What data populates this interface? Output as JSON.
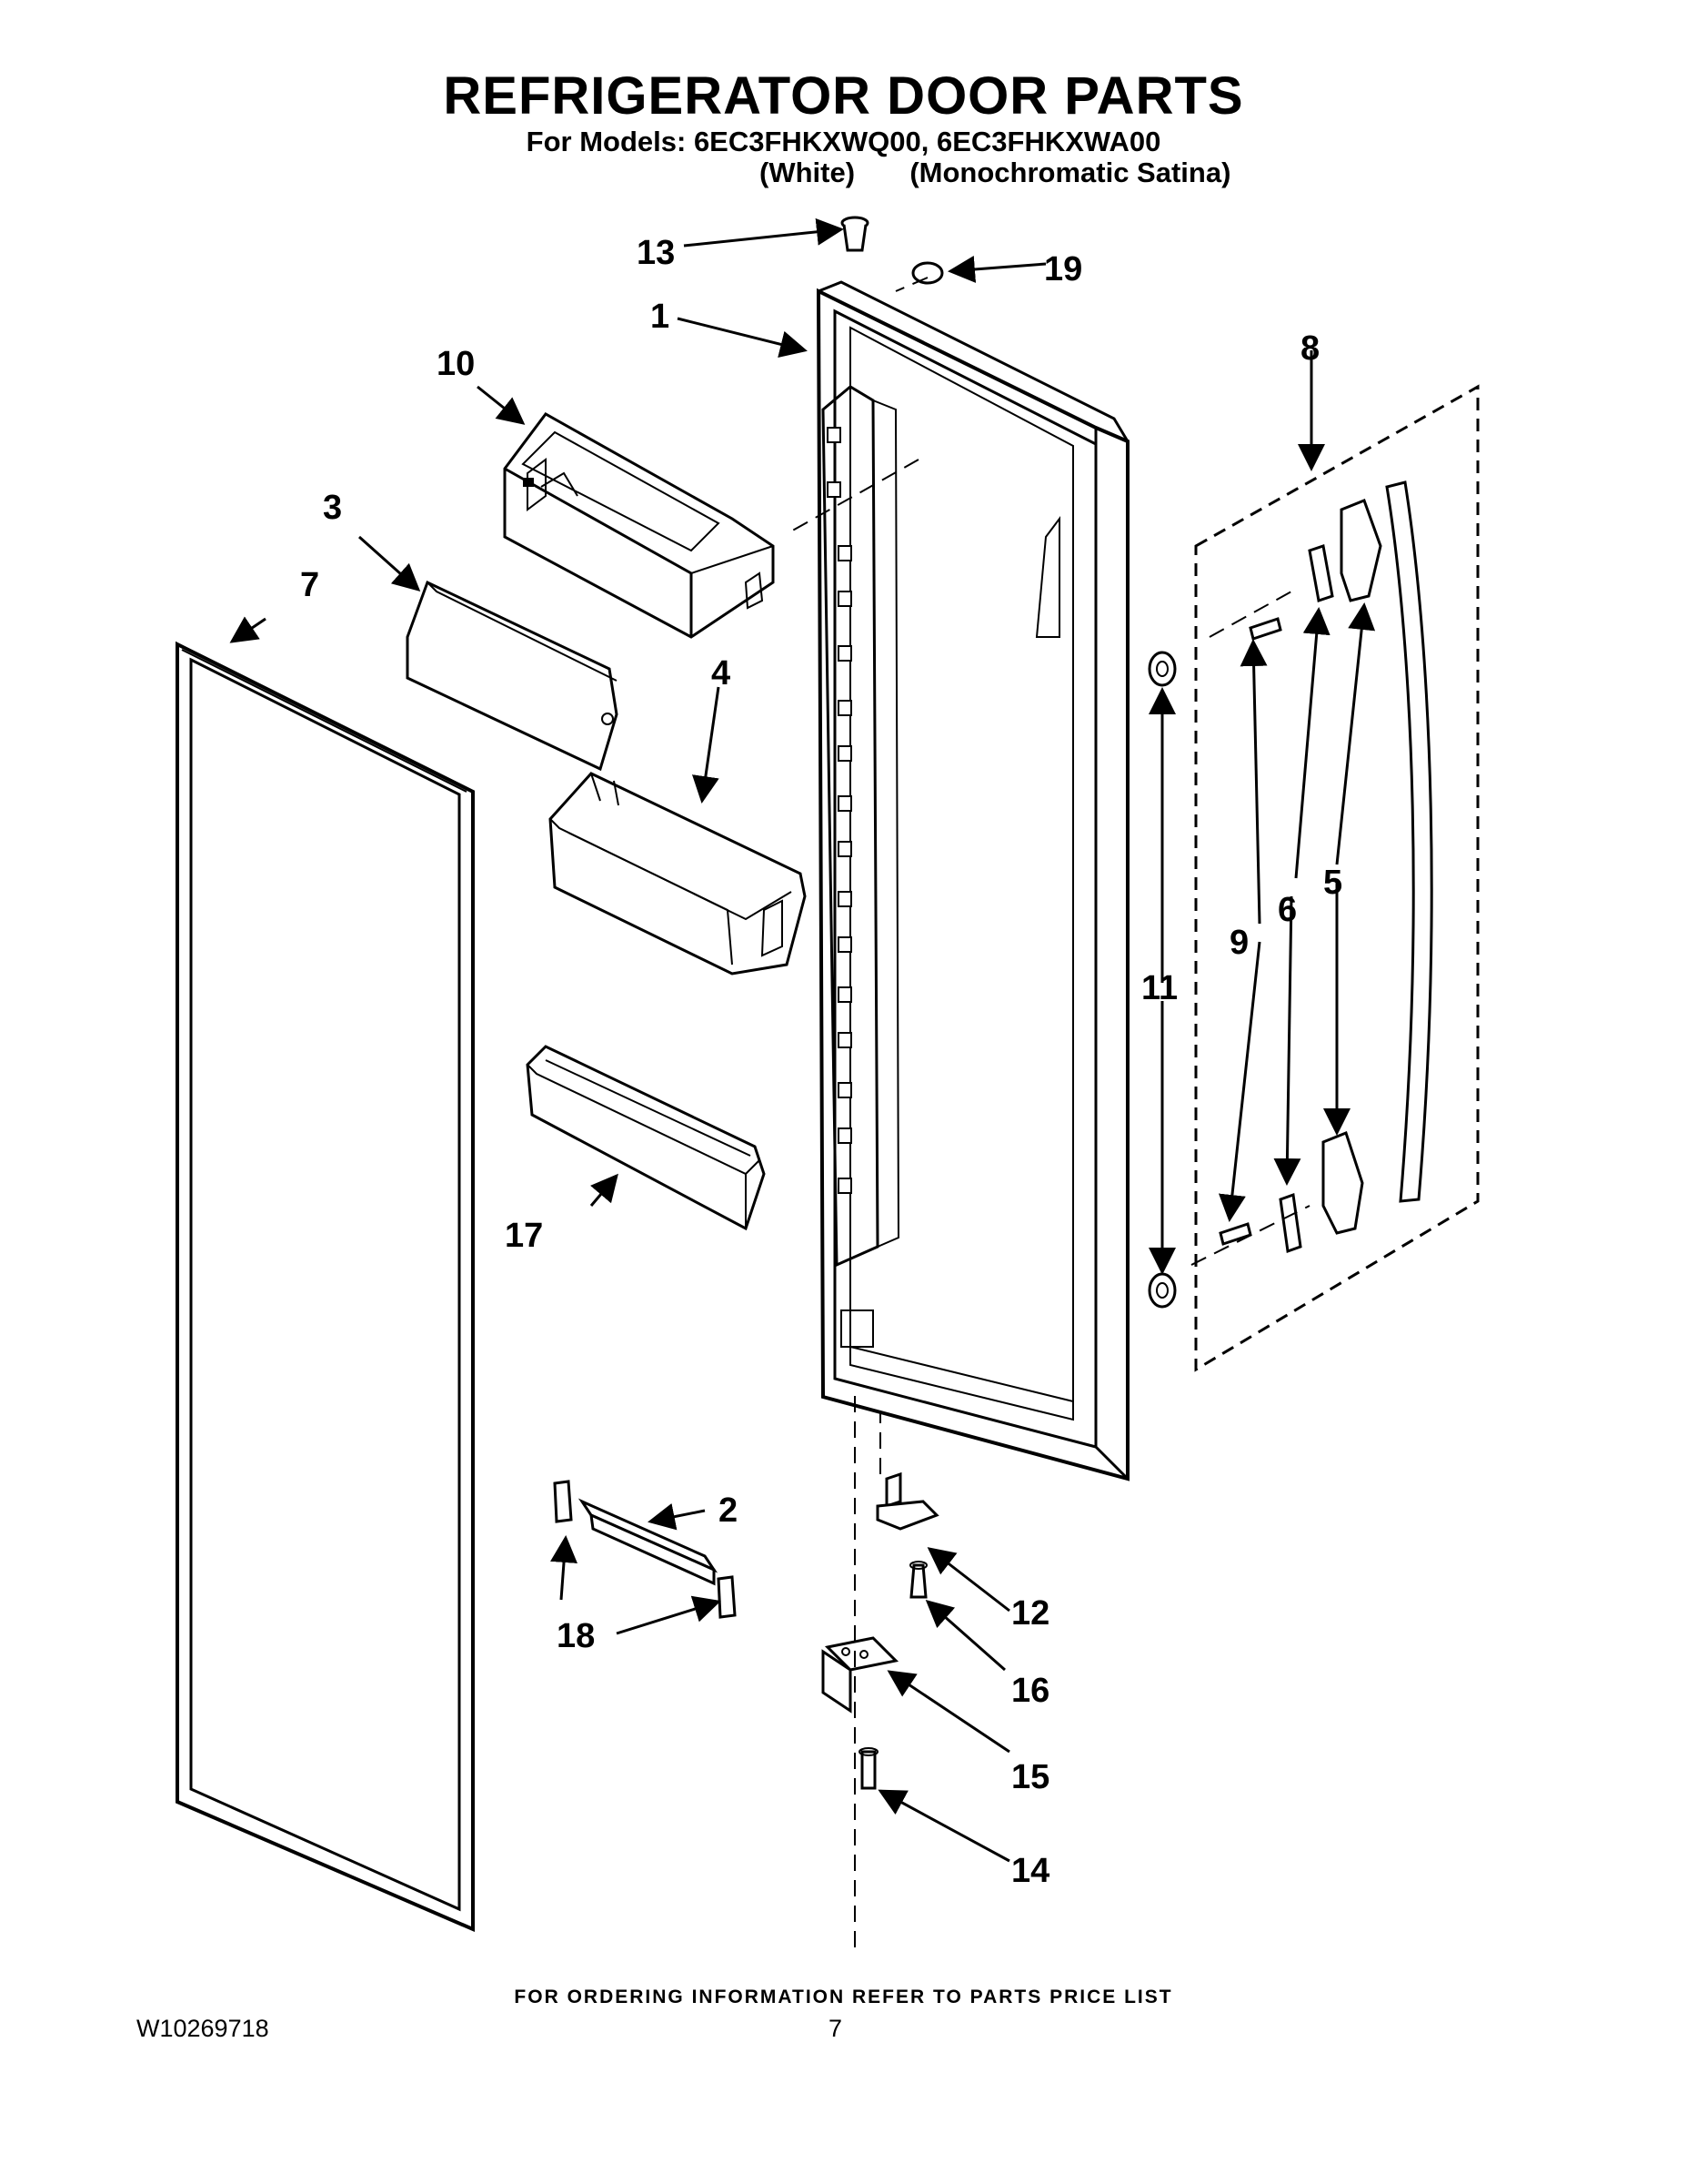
{
  "header": {
    "title": "REFRIGERATOR DOOR PARTS",
    "models_line": "For Models: 6EC3FHKXWQ00, 6EC3FHKXWA00",
    "variant_1": "(White)",
    "variant_2": "(Monochromatic Satina)"
  },
  "callouts": [
    "1",
    "2",
    "3",
    "4",
    "5",
    "6",
    "7",
    "8",
    "9",
    "10",
    "11",
    "12",
    "13",
    "14",
    "15",
    "16",
    "17",
    "18",
    "19"
  ],
  "footer": {
    "note": "FOR ORDERING INFORMATION REFER TO PARTS PRICE LIST",
    "doc_id": "W10269718",
    "page": "7"
  }
}
